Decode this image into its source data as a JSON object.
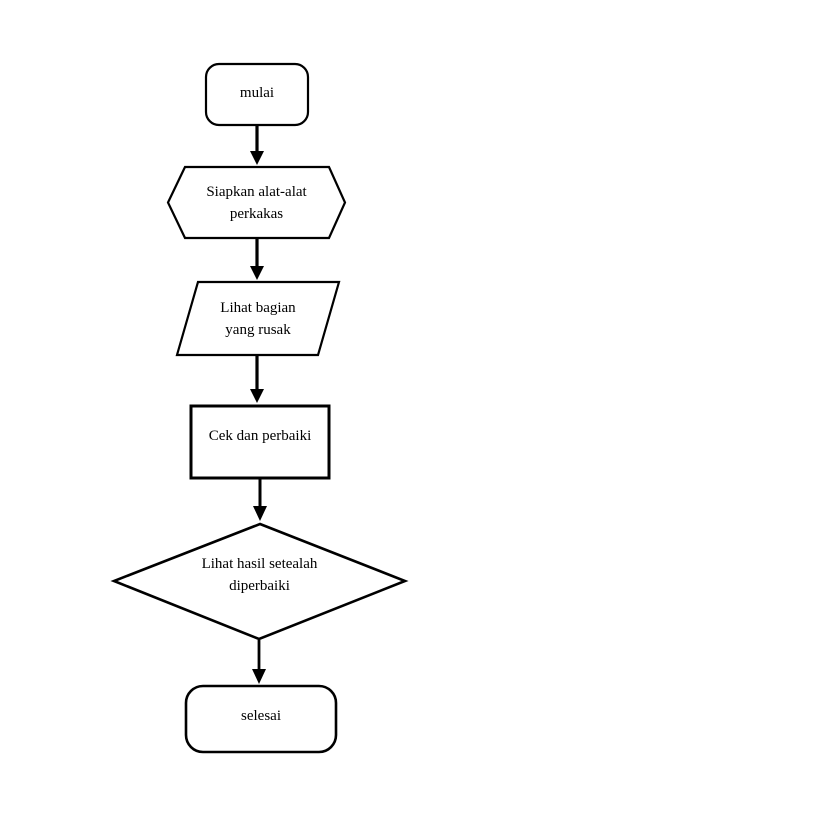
{
  "diagram": {
    "title": "flowchart",
    "nodes": [
      {
        "id": "start",
        "type": "terminator",
        "lines": [
          "mulai"
        ]
      },
      {
        "id": "preparation",
        "type": "preparation",
        "lines": [
          "Siapkan alat-alat",
          "perkakas"
        ]
      },
      {
        "id": "data-input",
        "type": "parallelogram",
        "lines": [
          "Lihat bagian",
          "yang rusak"
        ]
      },
      {
        "id": "process",
        "type": "process",
        "lines": [
          "Cek dan perbaiki"
        ]
      },
      {
        "id": "decision",
        "type": "decision",
        "lines": [
          "Lihat hasil setealah",
          "diperbaiki"
        ]
      },
      {
        "id": "end",
        "type": "terminator",
        "lines": [
          "selesai"
        ]
      }
    ],
    "connections": [
      {
        "from": "start",
        "to": "preparation"
      },
      {
        "from": "preparation",
        "to": "data-input"
      },
      {
        "from": "data-input",
        "to": "process"
      },
      {
        "from": "process",
        "to": "decision"
      },
      {
        "from": "decision",
        "to": "end"
      }
    ]
  },
  "colors": {
    "stroke": "#000000",
    "canvas": "#ffffff"
  }
}
